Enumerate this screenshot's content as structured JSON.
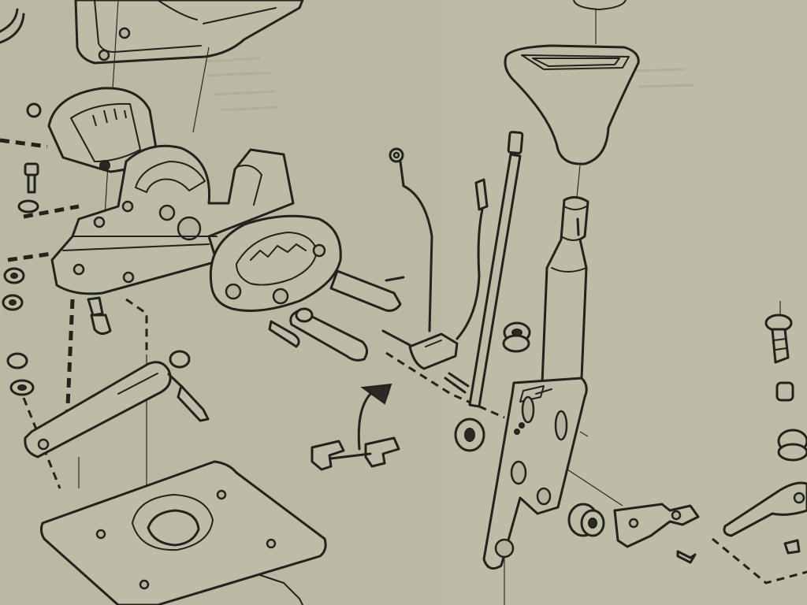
{
  "diagram": {
    "kind": "exploded-view line drawing",
    "colors": {
      "paper": "#b9b8a3",
      "ink": "#23221d"
    },
    "parts": [
      "top-housing",
      "selector-indicator-plate",
      "shifter-bracket",
      "detent-plate",
      "wire-lead-left",
      "wire-lead-right",
      "neutral-safety-switch",
      "shift-rod",
      "shift-knob",
      "shift-lever-shaft",
      "shift-lever-lower-arm",
      "bushing-grommet",
      "linkage-arm",
      "base-plate",
      "detent-pawl",
      "bolt-stack-right",
      "swivel-arm-right",
      "retainer-clip-inset",
      "curved-arrow"
    ]
  }
}
